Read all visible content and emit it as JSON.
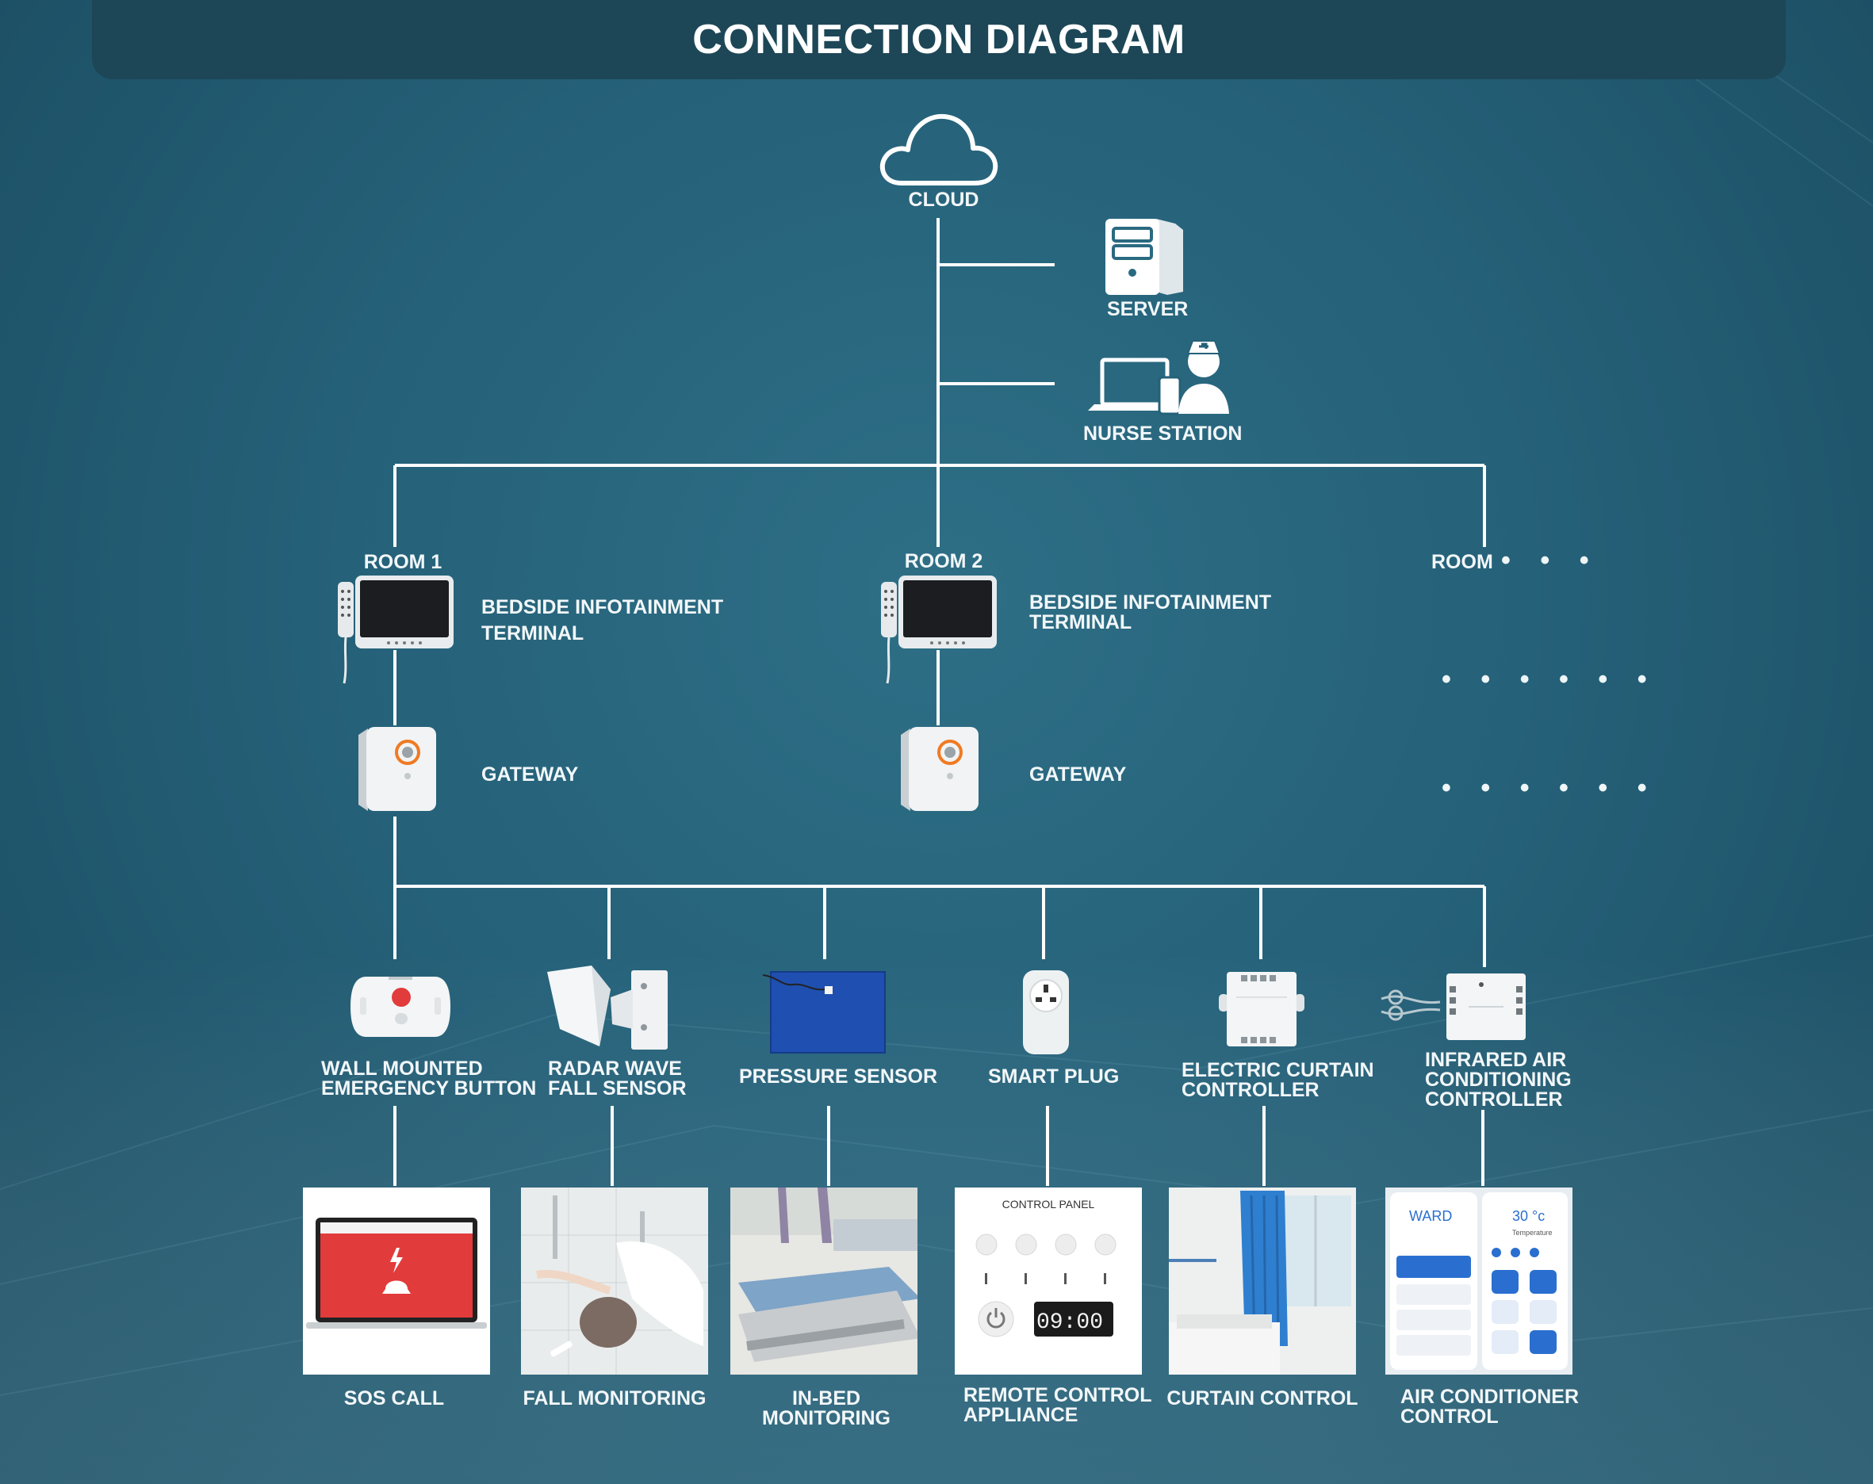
{
  "title": "CONNECTION DIAGRAM",
  "top_nodes": {
    "cloud": "CLOUD",
    "server": "SERVER",
    "nurse_station": "NURSE STATION"
  },
  "rooms": [
    {
      "label": "ROOM 1",
      "terminal": "BEDSIDE INFOTAINMENT\nTERMINAL",
      "gateway": "GATEWAY"
    },
    {
      "label": "ROOM 2",
      "terminal": "BEDSIDE INFOTAINMENT\nTERMINAL",
      "gateway": "GATEWAY"
    },
    {
      "label": "ROOM",
      "ellipsis": "• • •"
    }
  ],
  "continuation_dots": "• • • • • •",
  "devices": [
    {
      "name": "WALL MOUNTED\nEMERGENCY BUTTON",
      "icon": "emergency-button-icon",
      "use": "SOS CALL"
    },
    {
      "name": "RADAR WAVE\nFALL SENSOR",
      "icon": "radar-sensor-icon",
      "use": "FALL MONITORING"
    },
    {
      "name": "PRESSURE SENSOR",
      "icon": "pressure-pad-icon",
      "use": "IN-BED MONITORING"
    },
    {
      "name": "SMART PLUG",
      "icon": "smart-plug-icon",
      "use": "REMOTE CONTROL\nAPPLIANCE"
    },
    {
      "name": "ELECTRIC CURTAIN\nCONTROLLER",
      "icon": "curtain-controller-icon",
      "use": "CURTAIN CONTROL"
    },
    {
      "name": "INFRARED AIR\nCONDITIONING\nCONTROLLER",
      "icon": "ir-controller-icon",
      "use": "AIR CONDITIONER\nCONTROL"
    }
  ],
  "photo_text": {
    "control_panel_title": "CONTROL PANEL",
    "control_panel_time": "09:00",
    "ward_app_title": "WARD",
    "ward_app_temp": "30 °c",
    "ward_app_temp_label": "Temperature"
  },
  "colors": {
    "background": "#256179",
    "title_bar": "#1d4757",
    "lines": "#ffffff",
    "alert_red": "#e23b3b",
    "pad_blue": "#1f4fb0",
    "curtain_blue": "#2f7fd0"
  }
}
